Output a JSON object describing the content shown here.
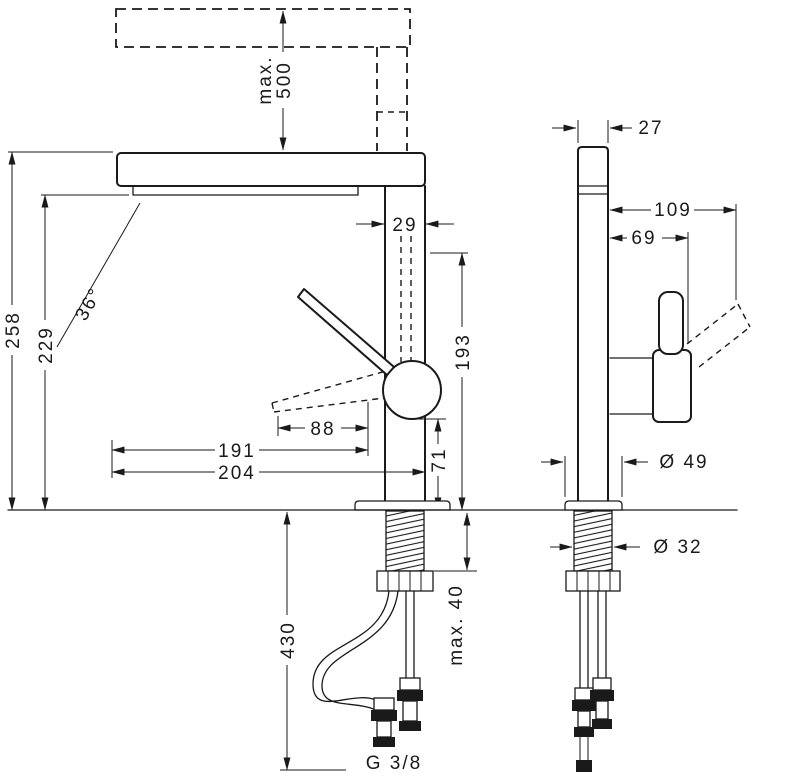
{
  "side_view": {
    "pullout_max_label": "max.",
    "pullout_max_value": "500",
    "body_width": "29",
    "swivel_angle": "36°",
    "height_total": "258",
    "height_spout": "229",
    "height_outlet": "193",
    "reach_handle": "88",
    "reach_spout": "191",
    "reach_total": "204",
    "handle_clearance": "71",
    "hose_length": "430",
    "counter_thickness_max": "max. 40",
    "connection_thread": "G 3/8"
  },
  "front_view": {
    "body_depth": "27",
    "handle_swing_max": "109",
    "handle_offset": "69",
    "base_diameter": "Ø 49",
    "shaft_diameter": "Ø 32"
  }
}
